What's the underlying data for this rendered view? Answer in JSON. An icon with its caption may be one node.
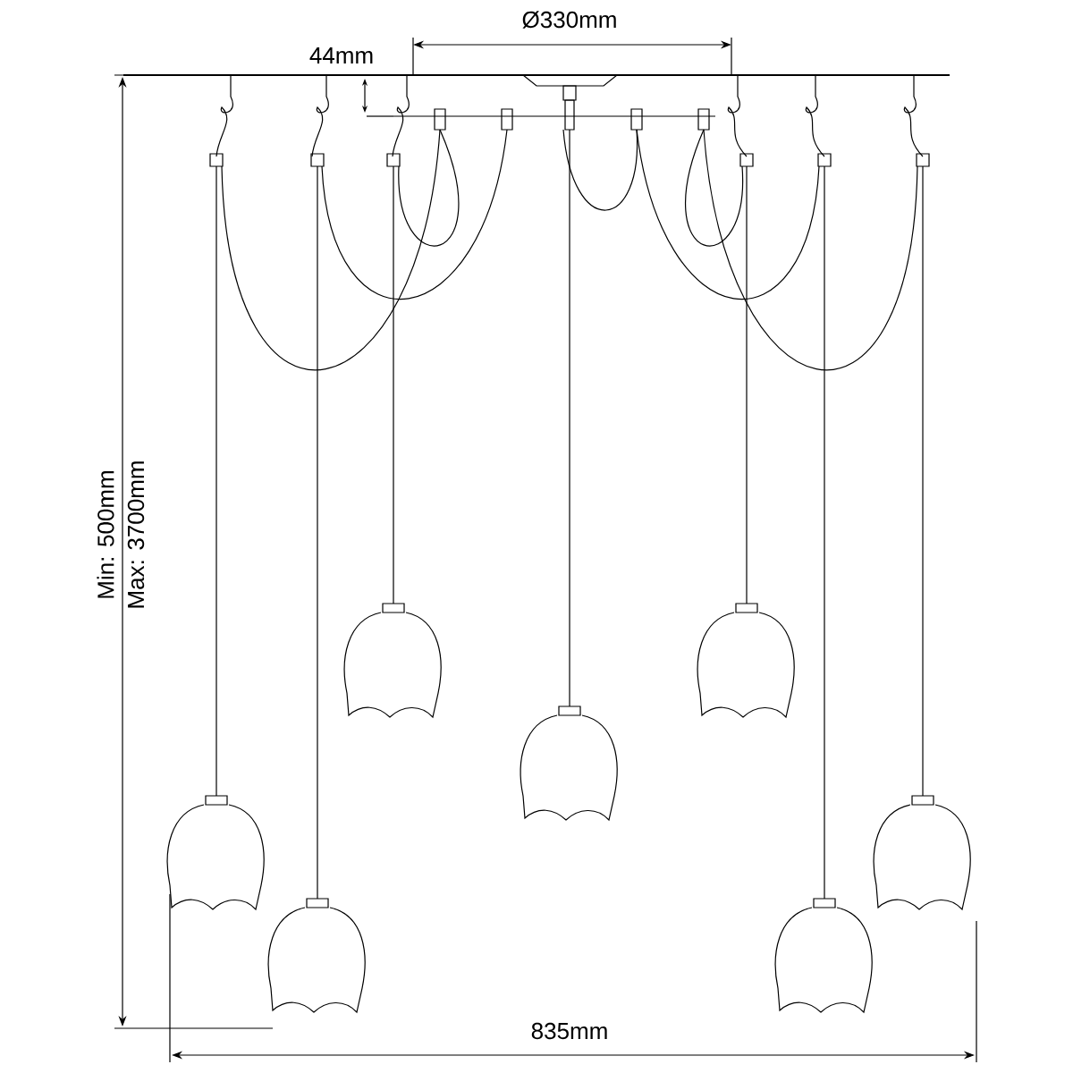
{
  "diagram": {
    "labels": [
      "Ø330mm",
      "44mm",
      "Min: 500mm",
      "Max: 3700mm",
      "835mm"
    ]
  }
}
